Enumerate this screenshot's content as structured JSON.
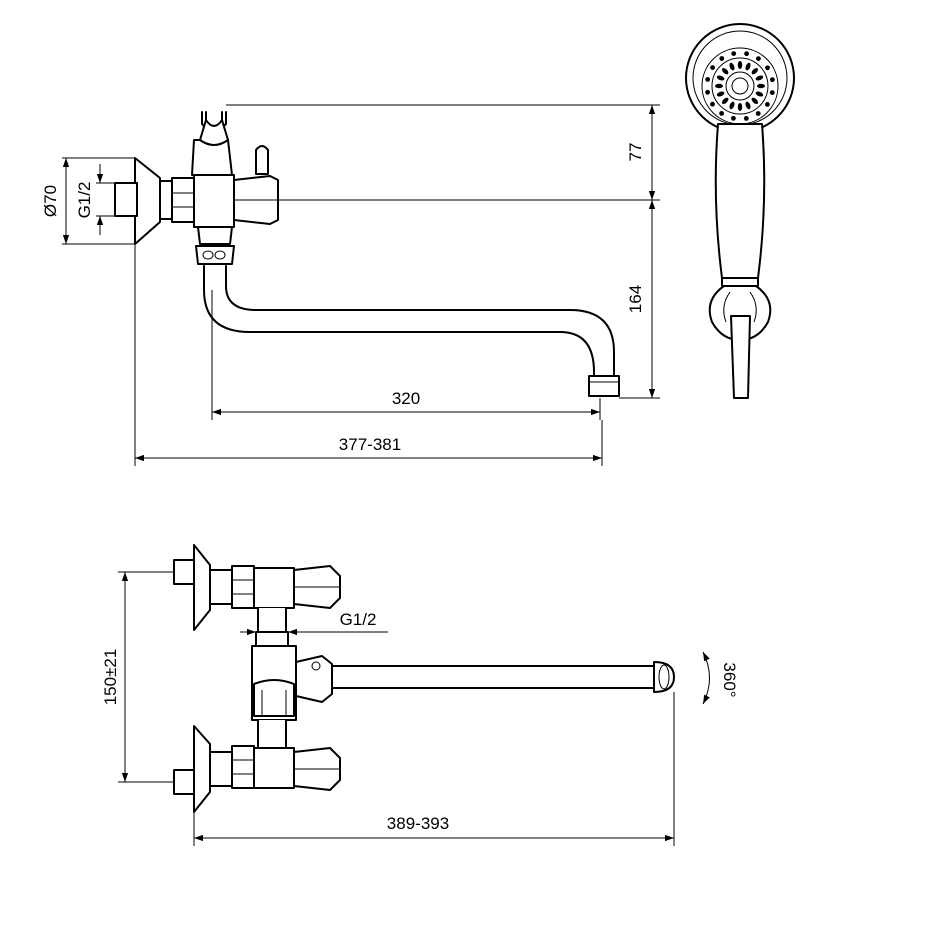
{
  "side_view": {
    "dimensions": {
      "flange_diameter": "Ø70",
      "inlet_thread": "G1/2",
      "top_offset": "77",
      "spout_height": "164",
      "spout_reach": "320",
      "total_length": "377-381"
    }
  },
  "top_view": {
    "dimensions": {
      "center_distance": "150±21",
      "connection_thread": "G1/2",
      "total_length": "389-393",
      "rotation": "360°"
    }
  },
  "hand_shower": {}
}
